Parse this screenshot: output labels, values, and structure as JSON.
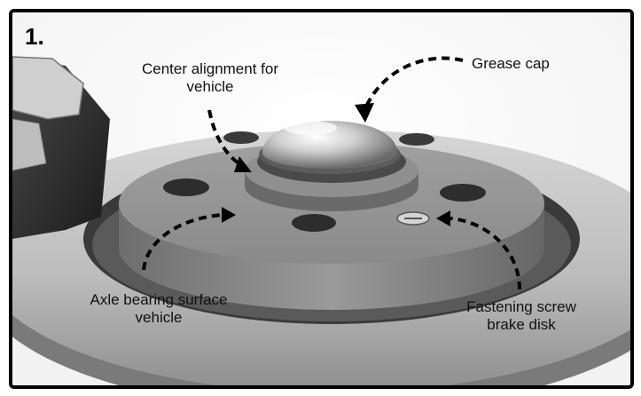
{
  "step_number": "1.",
  "labels": {
    "center_alignment": {
      "line1": "Center alignment for",
      "line2": "vehicle"
    },
    "grease_cap": {
      "line1": "Grease cap"
    },
    "axle_bearing": {
      "line1": "Axle bearing surface",
      "line2": "vehicle"
    },
    "fastening_screw": {
      "line1": "Fastening screw",
      "line2": "brake disk"
    }
  },
  "colors": {
    "frame": "#000000",
    "disk": "#b9b9b9",
    "hub": "#8c8c8c",
    "cap": "#d9d9d9"
  }
}
